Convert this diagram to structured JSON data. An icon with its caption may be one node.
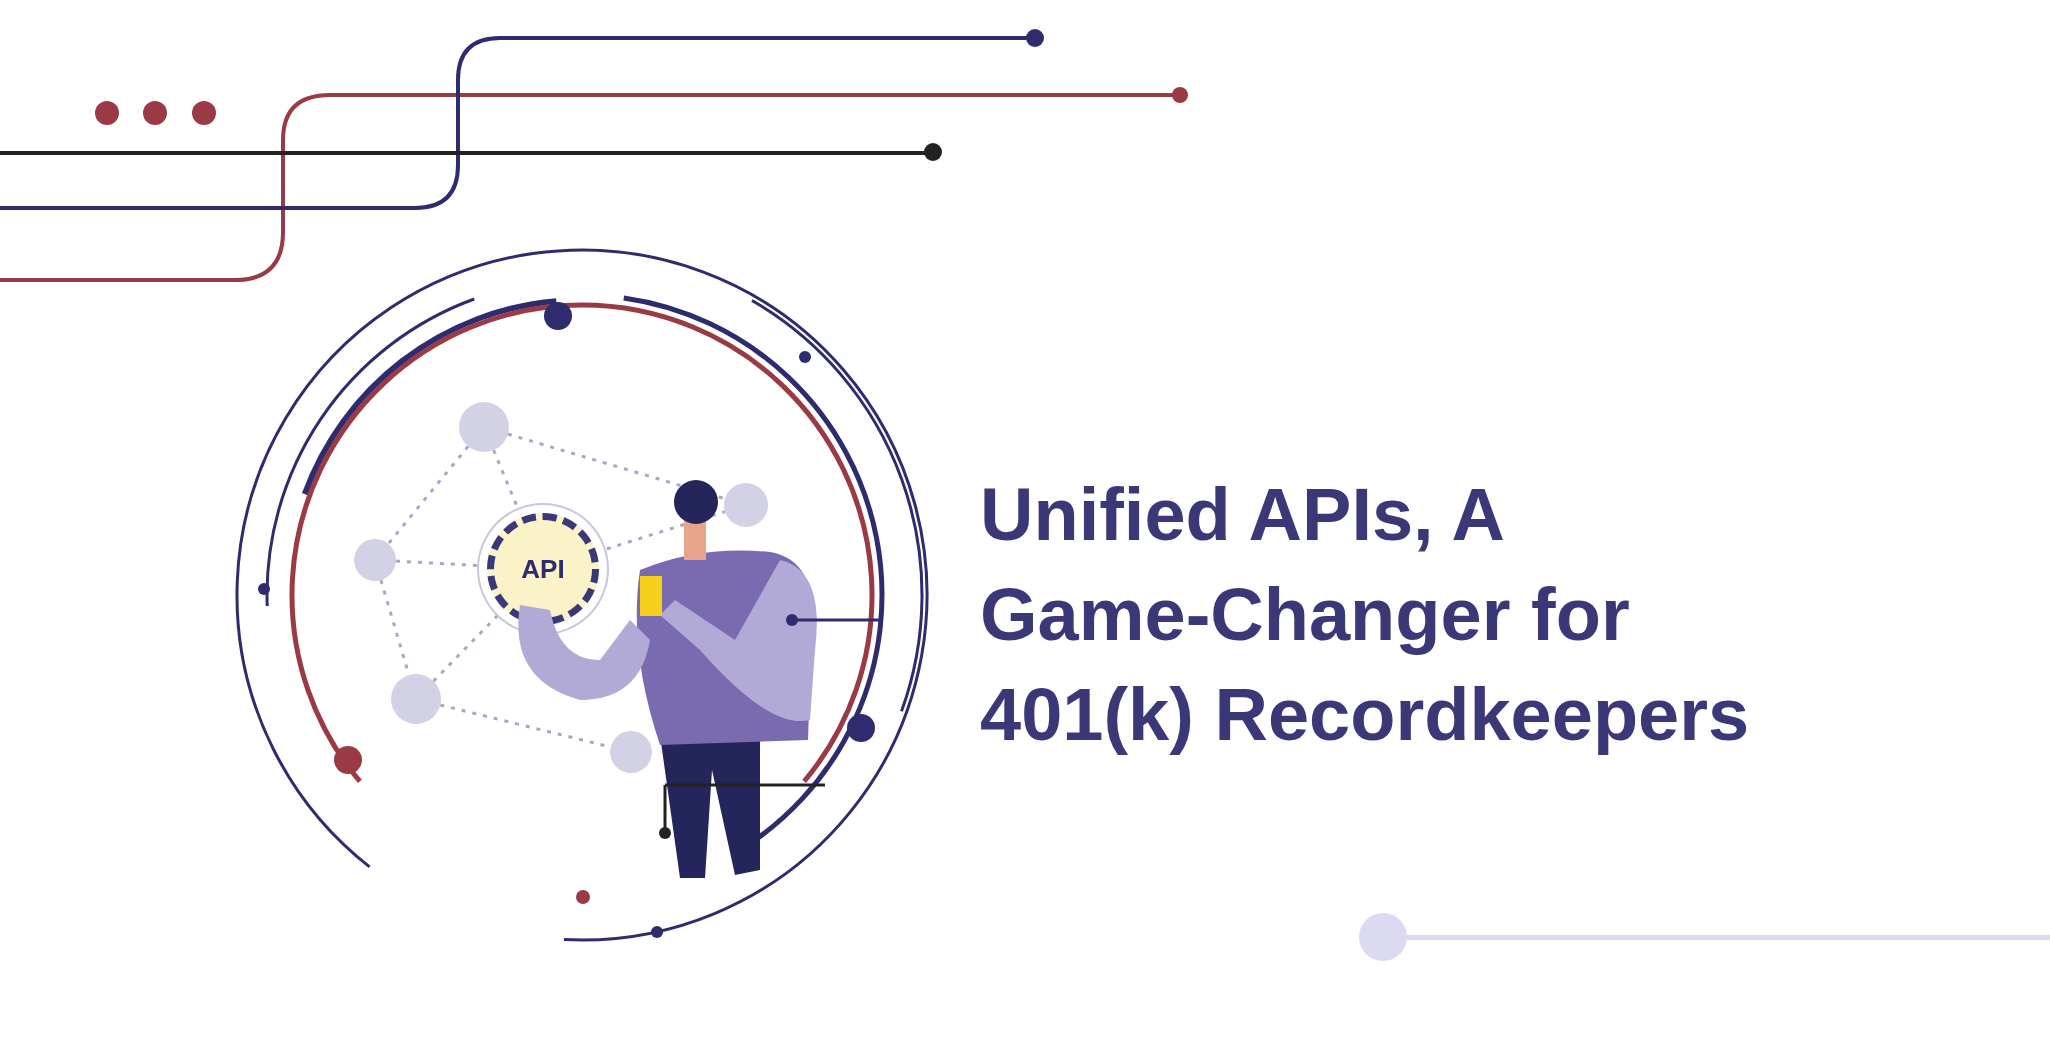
{
  "diagram": {
    "title": "Unified APIs, A Game-Changer for 401(k) Recordkeepers",
    "nodes": [
      {
        "text": [
          "API"
        ]
      },
      {
        "text": [],
        "shape": "circle"
      },
      {
        "text": [],
        "shape": "circle"
      },
      {
        "text": [],
        "shape": "circle"
      },
      {
        "text": [],
        "shape": "circle"
      },
      {
        "text": [],
        "shape": "circle"
      }
    ],
    "edges": [
      {
        "from": 1,
        "to": 5,
        "arrow": "none",
        "style": "dashed"
      },
      {
        "from": 1,
        "to": 2,
        "arrow": "none",
        "style": "dashed"
      },
      {
        "from": 1,
        "to": 0,
        "arrow": "none",
        "style": "dashed"
      },
      {
        "from": 2,
        "to": 0,
        "arrow": "none",
        "style": "dashed"
      },
      {
        "from": 2,
        "to": 3,
        "arrow": "none",
        "style": "dashed"
      },
      {
        "from": 3,
        "to": 0,
        "arrow": "none",
        "style": "dashed"
      },
      {
        "from": 3,
        "to": 4,
        "arrow": "none",
        "style": "dashed"
      },
      {
        "from": 0,
        "to": 5,
        "arrow": "none",
        "style": "dashed"
      }
    ]
  }
}
